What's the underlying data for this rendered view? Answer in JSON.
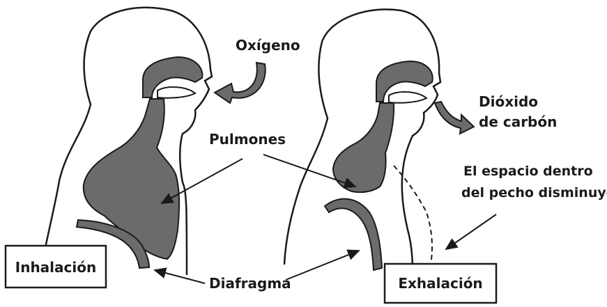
{
  "labels": {
    "oxygen": "Oxígeno",
    "co2_line1": "Dióxido",
    "co2_line2": "de carbón",
    "lungs": "Pulmones",
    "chest_line1": "El espacio dentro",
    "chest_line2": "del pecho disminuye",
    "diaphragm": "Diafragma",
    "inhale": "Inhalación",
    "exhale": "Exhalación"
  },
  "colors": {
    "organ_fill": "#6b6b6b",
    "outline": "#1a1a1a",
    "background": "#ffffff"
  }
}
